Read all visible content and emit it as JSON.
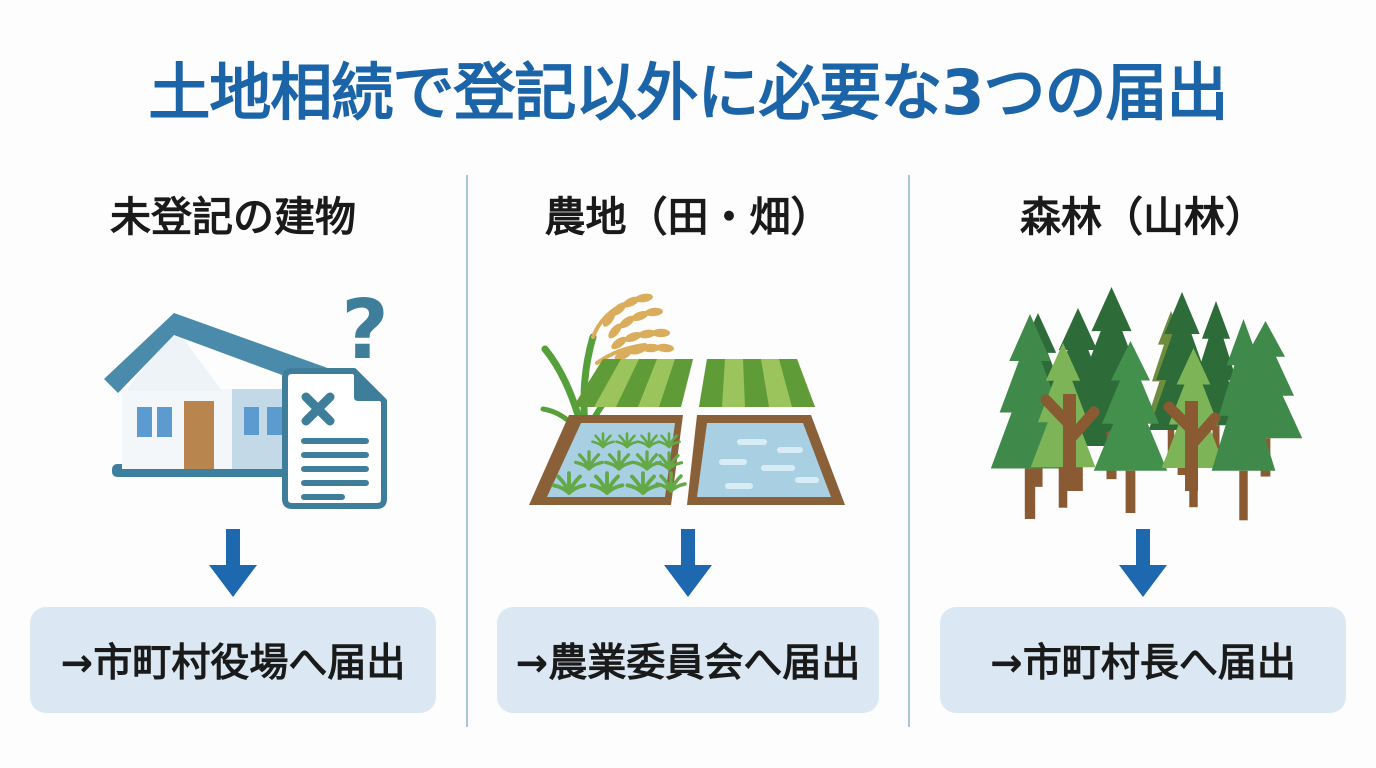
{
  "title": "土地相続で登記以外に必要な3つの届出",
  "colors": {
    "title_blue": "#1b64a8",
    "arrow_blue": "#1d68ae",
    "result_box_bg": "#dbe8f3",
    "divider": "#aac7d5",
    "heading_text": "#1a1a1a",
    "page_bg": "#fdfdfd",
    "house_roof_teal": "#4a8bab",
    "house_base_teal": "#3d7f9e",
    "house_wall": "#f3f7fa",
    "house_wall_shade": "#c4d9e8",
    "window_blue": "#5b9bd0",
    "door_brown": "#b9854f",
    "doc_teal": "#3e7e9b",
    "field_green": "#5f9c37",
    "field_green_light": "#9cc45c",
    "paddy_water": "#a9d0e2",
    "paddy_water_light": "#d8ecf5",
    "soil_brown": "#8a6038",
    "sprout_green": "#64a848",
    "grain_gold": "#d9ad5c",
    "leaf_green": "#56a03c",
    "tree_dark": "#2d6b39",
    "tree_mid": "#3f8a4a",
    "tree_mid2": "#43904d",
    "tree_light": "#7cb457",
    "tree_olive": "#6d8c3e",
    "trunk_brown": "#8a5a33"
  },
  "columns": [
    {
      "header": "未登記の建物",
      "icon": "unregistered-house-icon",
      "result": "→市町村役場へ届出"
    },
    {
      "header": "農地（田・畑）",
      "icon": "farmland-icon",
      "result": "→農業委員会へ届出"
    },
    {
      "header": "森林（山林）",
      "icon": "forest-icon",
      "result": "→市町村長へ届出"
    }
  ]
}
